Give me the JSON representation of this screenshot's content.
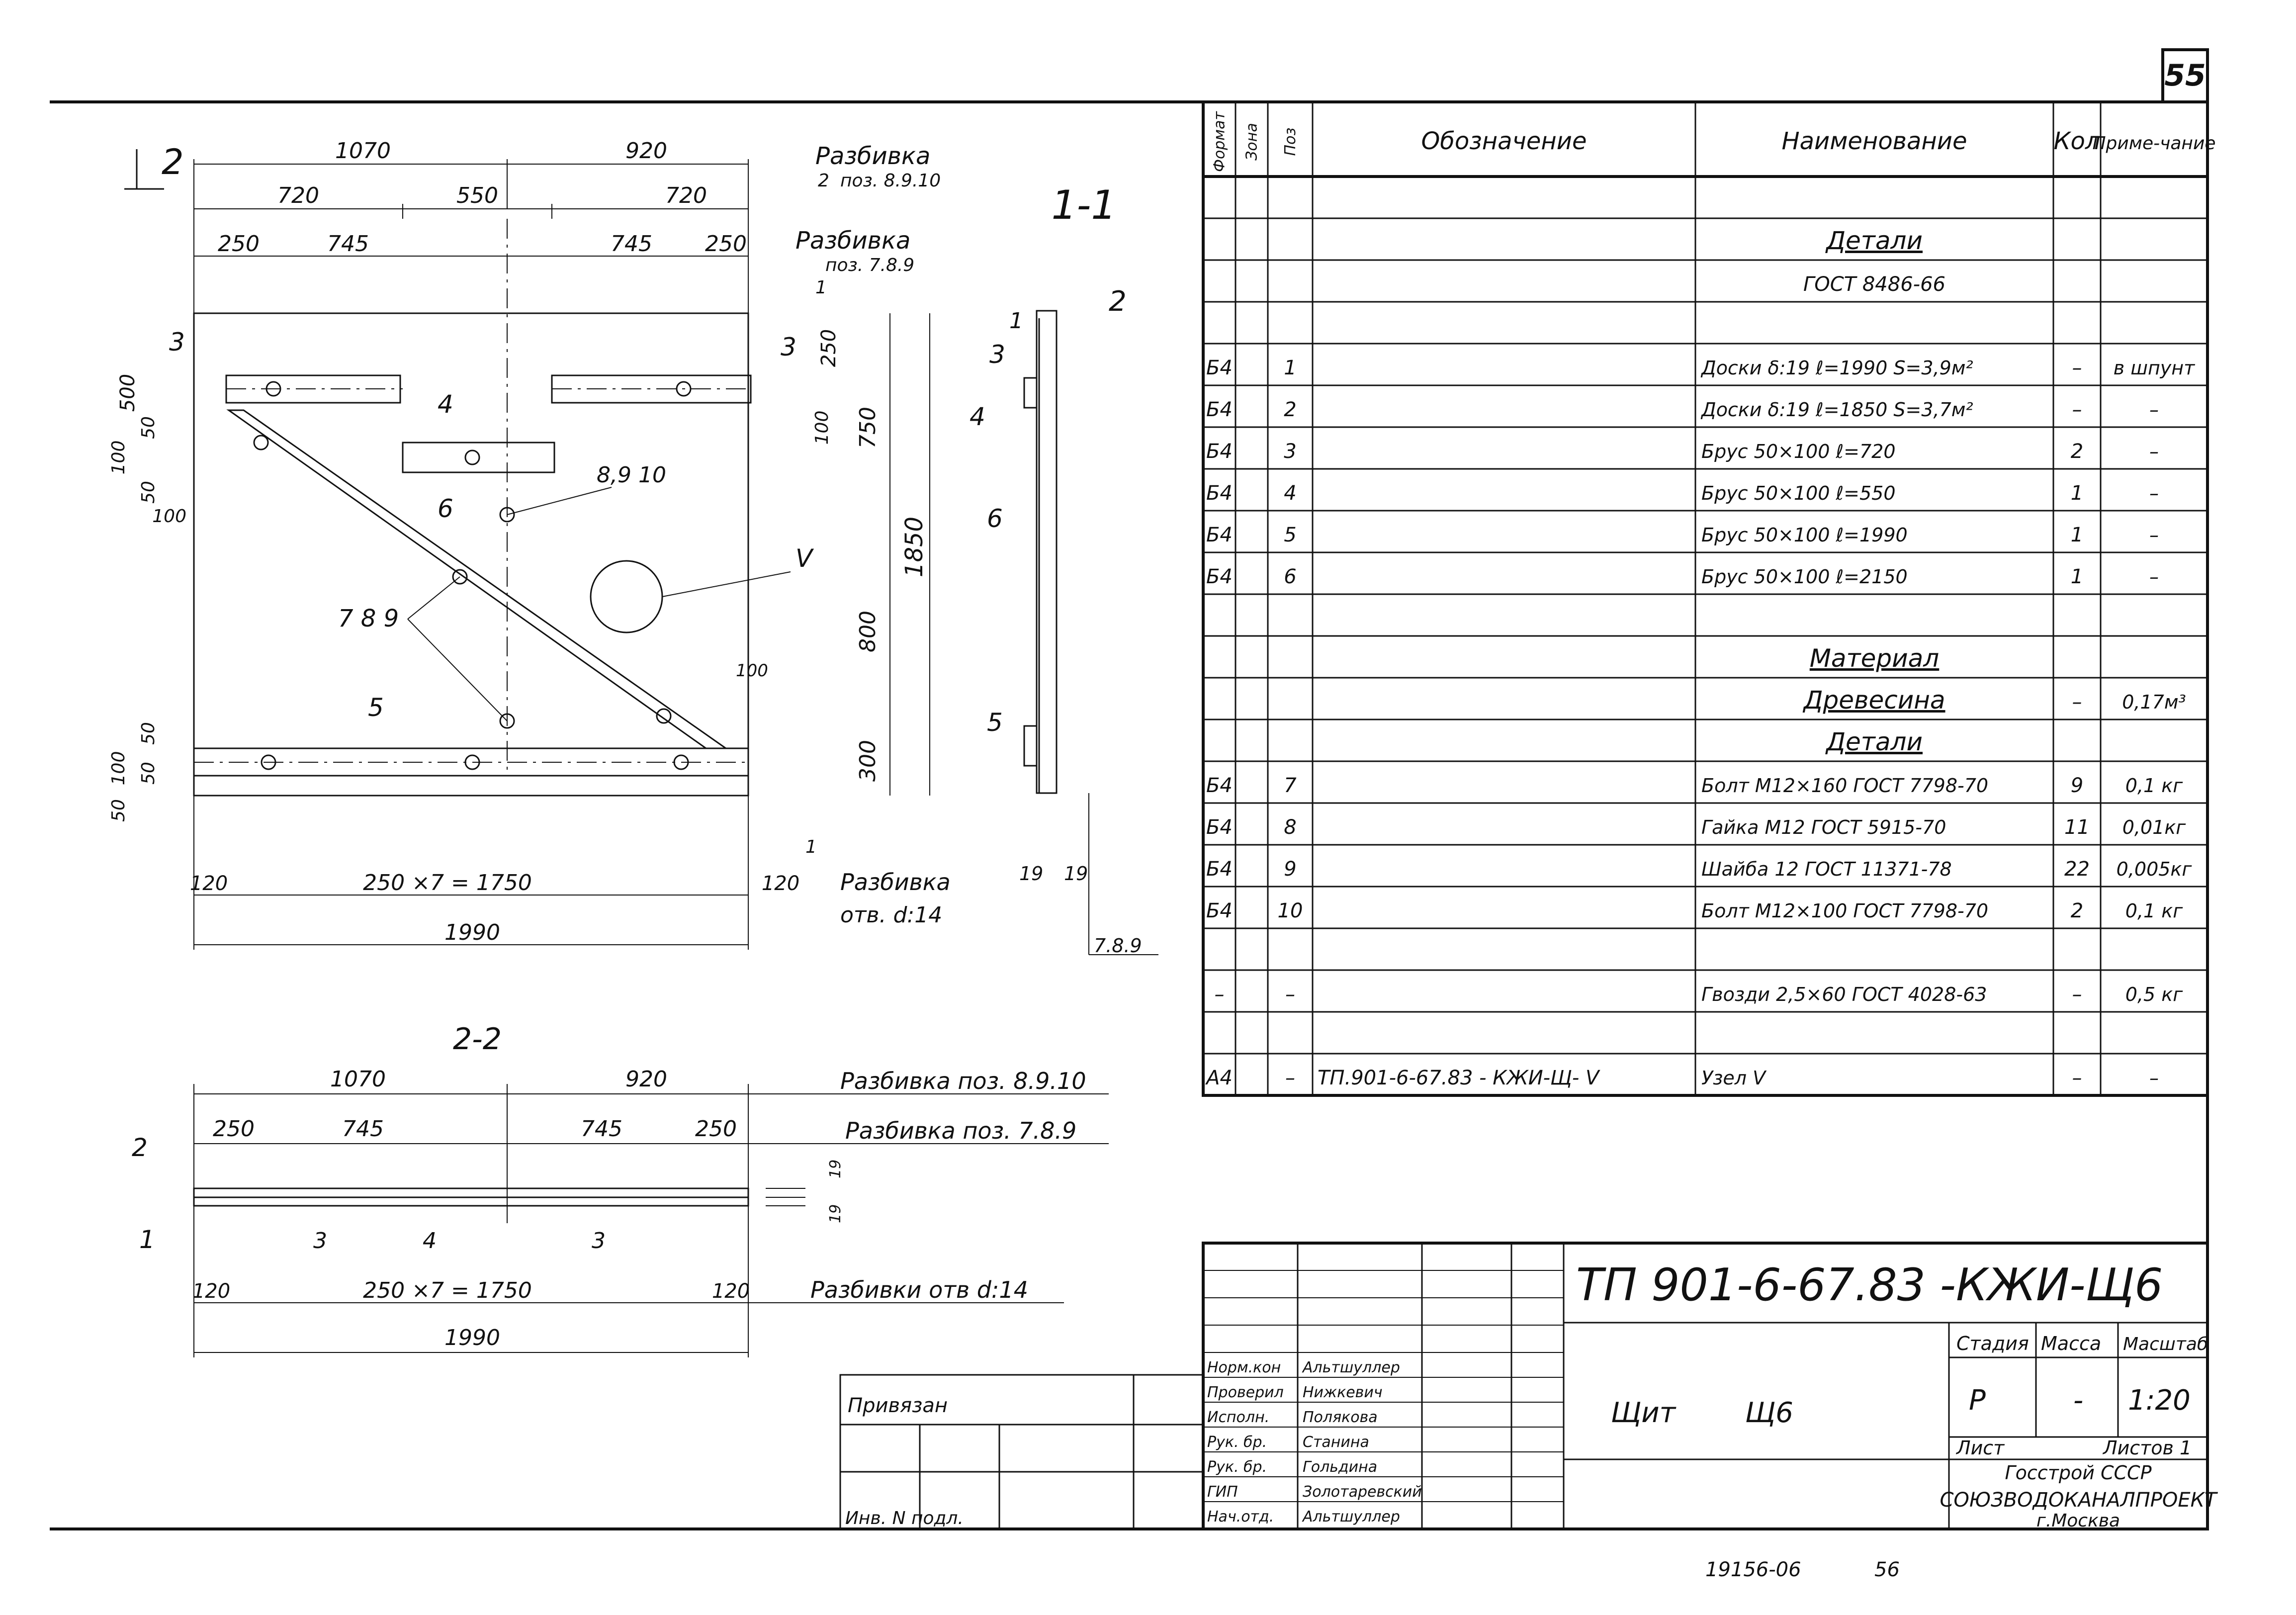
{
  "sheet": {
    "number": "55",
    "bottom_code": "19156-06",
    "bottom_page": "56"
  },
  "view1": {
    "section_mark": "2",
    "title": "1-1",
    "cut_mark": "1",
    "top_dims": [
      "1070",
      "920"
    ],
    "mid_dims": [
      "720",
      "550",
      "720"
    ],
    "low_dims": [
      "250",
      "745",
      "745",
      "250"
    ],
    "left_dims": [
      "500",
      "50",
      "100",
      "50",
      "100"
    ],
    "left_dims_bottom": [
      "50",
      "100",
      "50",
      "50"
    ],
    "right_dims": [
      "250",
      "100",
      "750",
      "1850",
      "800",
      "300",
      "100"
    ],
    "bottom_dims": [
      "120",
      "250 ×7 = 1750",
      "120"
    ],
    "overall_width": "1990",
    "callout_top": "Разбивка",
    "callout_top_sub": "поз. 8.9.10",
    "callout_top_mark": "2",
    "callout_mid": "Разбивка",
    "callout_mid_sub": "поз. 7.8.9",
    "callout_bottom": "Разбивка",
    "callout_bottom_sub": "отв. d:14",
    "labels": [
      "3",
      "3",
      "4",
      "8,9 10",
      "6",
      "7 8 9",
      "5",
      "V"
    ]
  },
  "view_section": {
    "labels": [
      "1",
      "2",
      "3",
      "4",
      "6",
      "5"
    ],
    "bottom_dims": [
      "19",
      "19"
    ],
    "callout": "7.8.9"
  },
  "view2": {
    "title": "2-2",
    "top_dims": [
      "1070",
      "920"
    ],
    "low_dims": [
      "250",
      "745",
      "745",
      "250"
    ],
    "bottom_dims": [
      "120",
      "250 ×7 = 1750",
      "120"
    ],
    "overall_width": "1990",
    "callout1": "Разбивка поз. 8.9.10",
    "callout2": "Разбивка поз. 7.8.9",
    "callout3": "Разбивки отв d:14",
    "labels": [
      "2",
      "1",
      "3",
      "4",
      "3"
    ],
    "thickness": [
      "19",
      "19"
    ]
  },
  "spec": {
    "headers": [
      "Формат",
      "Зона",
      "Поз",
      "Обозначение",
      "Наименование",
      "Кол",
      "Приме-чание"
    ],
    "rows": [
      {
        "fmt": "",
        "zone": "",
        "pos": "",
        "desig": "",
        "name": "",
        "qty": "",
        "note": ""
      },
      {
        "fmt": "",
        "zone": "",
        "pos": "",
        "desig": "",
        "name": "Детали",
        "qty": "",
        "note": "",
        "kind": "heading"
      },
      {
        "fmt": "",
        "zone": "",
        "pos": "",
        "desig": "",
        "name": "ГОСТ 8486-66",
        "qty": "",
        "note": "",
        "kind": "sub"
      },
      {
        "fmt": "",
        "zone": "",
        "pos": "",
        "desig": "",
        "name": "",
        "qty": "",
        "note": ""
      },
      {
        "fmt": "Б4",
        "zone": "",
        "pos": "1",
        "desig": "",
        "name": "Доски δ:19 ℓ=1990 S=3,9м²",
        "qty": "–",
        "note": "в шпунт"
      },
      {
        "fmt": "Б4",
        "zone": "",
        "pos": "2",
        "desig": "",
        "name": "Доски δ:19 ℓ=1850 S=3,7м²",
        "qty": "–",
        "note": "–"
      },
      {
        "fmt": "Б4",
        "zone": "",
        "pos": "3",
        "desig": "",
        "name": "Брус 50×100 ℓ=720",
        "qty": "2",
        "note": "–"
      },
      {
        "fmt": "Б4",
        "zone": "",
        "pos": "4",
        "desig": "",
        "name": "Брус 50×100 ℓ=550",
        "qty": "1",
        "note": "–"
      },
      {
        "fmt": "Б4",
        "zone": "",
        "pos": "5",
        "desig": "",
        "name": "Брус 50×100 ℓ=1990",
        "qty": "1",
        "note": "–"
      },
      {
        "fmt": "Б4",
        "zone": "",
        "pos": "6",
        "desig": "",
        "name": "Брус 50×100 ℓ=2150",
        "qty": "1",
        "note": "–"
      },
      {
        "fmt": "",
        "zone": "",
        "pos": "",
        "desig": "",
        "name": "",
        "qty": "",
        "note": ""
      },
      {
        "fmt": "",
        "zone": "",
        "pos": "",
        "desig": "",
        "name": "Материал",
        "qty": "",
        "note": "",
        "kind": "heading"
      },
      {
        "fmt": "",
        "zone": "",
        "pos": "",
        "desig": "",
        "name": "Древесина",
        "qty": "–",
        "note": "0,17м³",
        "kind": "heading"
      },
      {
        "fmt": "",
        "zone": "",
        "pos": "",
        "desig": "",
        "name": "Детали",
        "qty": "",
        "note": "",
        "kind": "heading"
      },
      {
        "fmt": "Б4",
        "zone": "",
        "pos": "7",
        "desig": "",
        "name": "Болт М12×160 ГОСТ 7798-70",
        "qty": "9",
        "note": "0,1 кг"
      },
      {
        "fmt": "Б4",
        "zone": "",
        "pos": "8",
        "desig": "",
        "name": "Гайка М12 ГОСТ 5915-70",
        "qty": "11",
        "note": "0,01кг"
      },
      {
        "fmt": "Б4",
        "zone": "",
        "pos": "9",
        "desig": "",
        "name": "Шайба 12 ГОСТ 11371-78",
        "qty": "22",
        "note": "0,005кг"
      },
      {
        "fmt": "Б4",
        "zone": "",
        "pos": "10",
        "desig": "",
        "name": "Болт М12×100 ГОСТ 7798-70",
        "qty": "2",
        "note": "0,1 кг"
      },
      {
        "fmt": "",
        "zone": "",
        "pos": "",
        "desig": "",
        "name": "",
        "qty": "",
        "note": ""
      },
      {
        "fmt": "–",
        "zone": "",
        "pos": "–",
        "desig": "",
        "name": "Гвозди 2,5×60 ГОСТ 4028-63",
        "qty": "–",
        "note": "0,5 кг"
      },
      {
        "fmt": "",
        "zone": "",
        "pos": "",
        "desig": "",
        "name": "",
        "qty": "",
        "note": ""
      },
      {
        "fmt": "А4",
        "zone": "",
        "pos": "–",
        "desig": "ТП.901-6-67.83 - КЖИ-Щ- V",
        "name": "Узел V",
        "qty": "–",
        "note": "–"
      }
    ]
  },
  "title_block": {
    "code": "ТП 901-6-67.83 -КЖИ-Щ6",
    "name_left": "Щит",
    "name_right": "Щ6",
    "stage_label": "Стадия",
    "mass_label": "Масса",
    "scale_label": "Масштаб",
    "stage": "Р",
    "mass": "-",
    "scale": "1:20",
    "sheet_label": "Лист",
    "sheets_label": "Листов 1",
    "org1": "Госстрой СССР",
    "org2": "СОЮЗВОДОКАНАЛПРОЕКТ",
    "org3": "г.Москва",
    "signatures": [
      {
        "role": "Норм.кон",
        "name": "Альтшуллер"
      },
      {
        "role": "Проверил",
        "name": "Нижкевич"
      },
      {
        "role": "Исполн.",
        "name": "Полякова"
      },
      {
        "role": "Рук. бр.",
        "name": "Станина"
      },
      {
        "role": "Рук. бр.",
        "name": "Гольдина"
      },
      {
        "role": "ГИП",
        "name": "Золотаревский"
      },
      {
        "role": "Нач.отд.",
        "name": "Альтшуллер"
      }
    ],
    "privyazan": "Привязан",
    "inv": "Инв. N подл."
  }
}
